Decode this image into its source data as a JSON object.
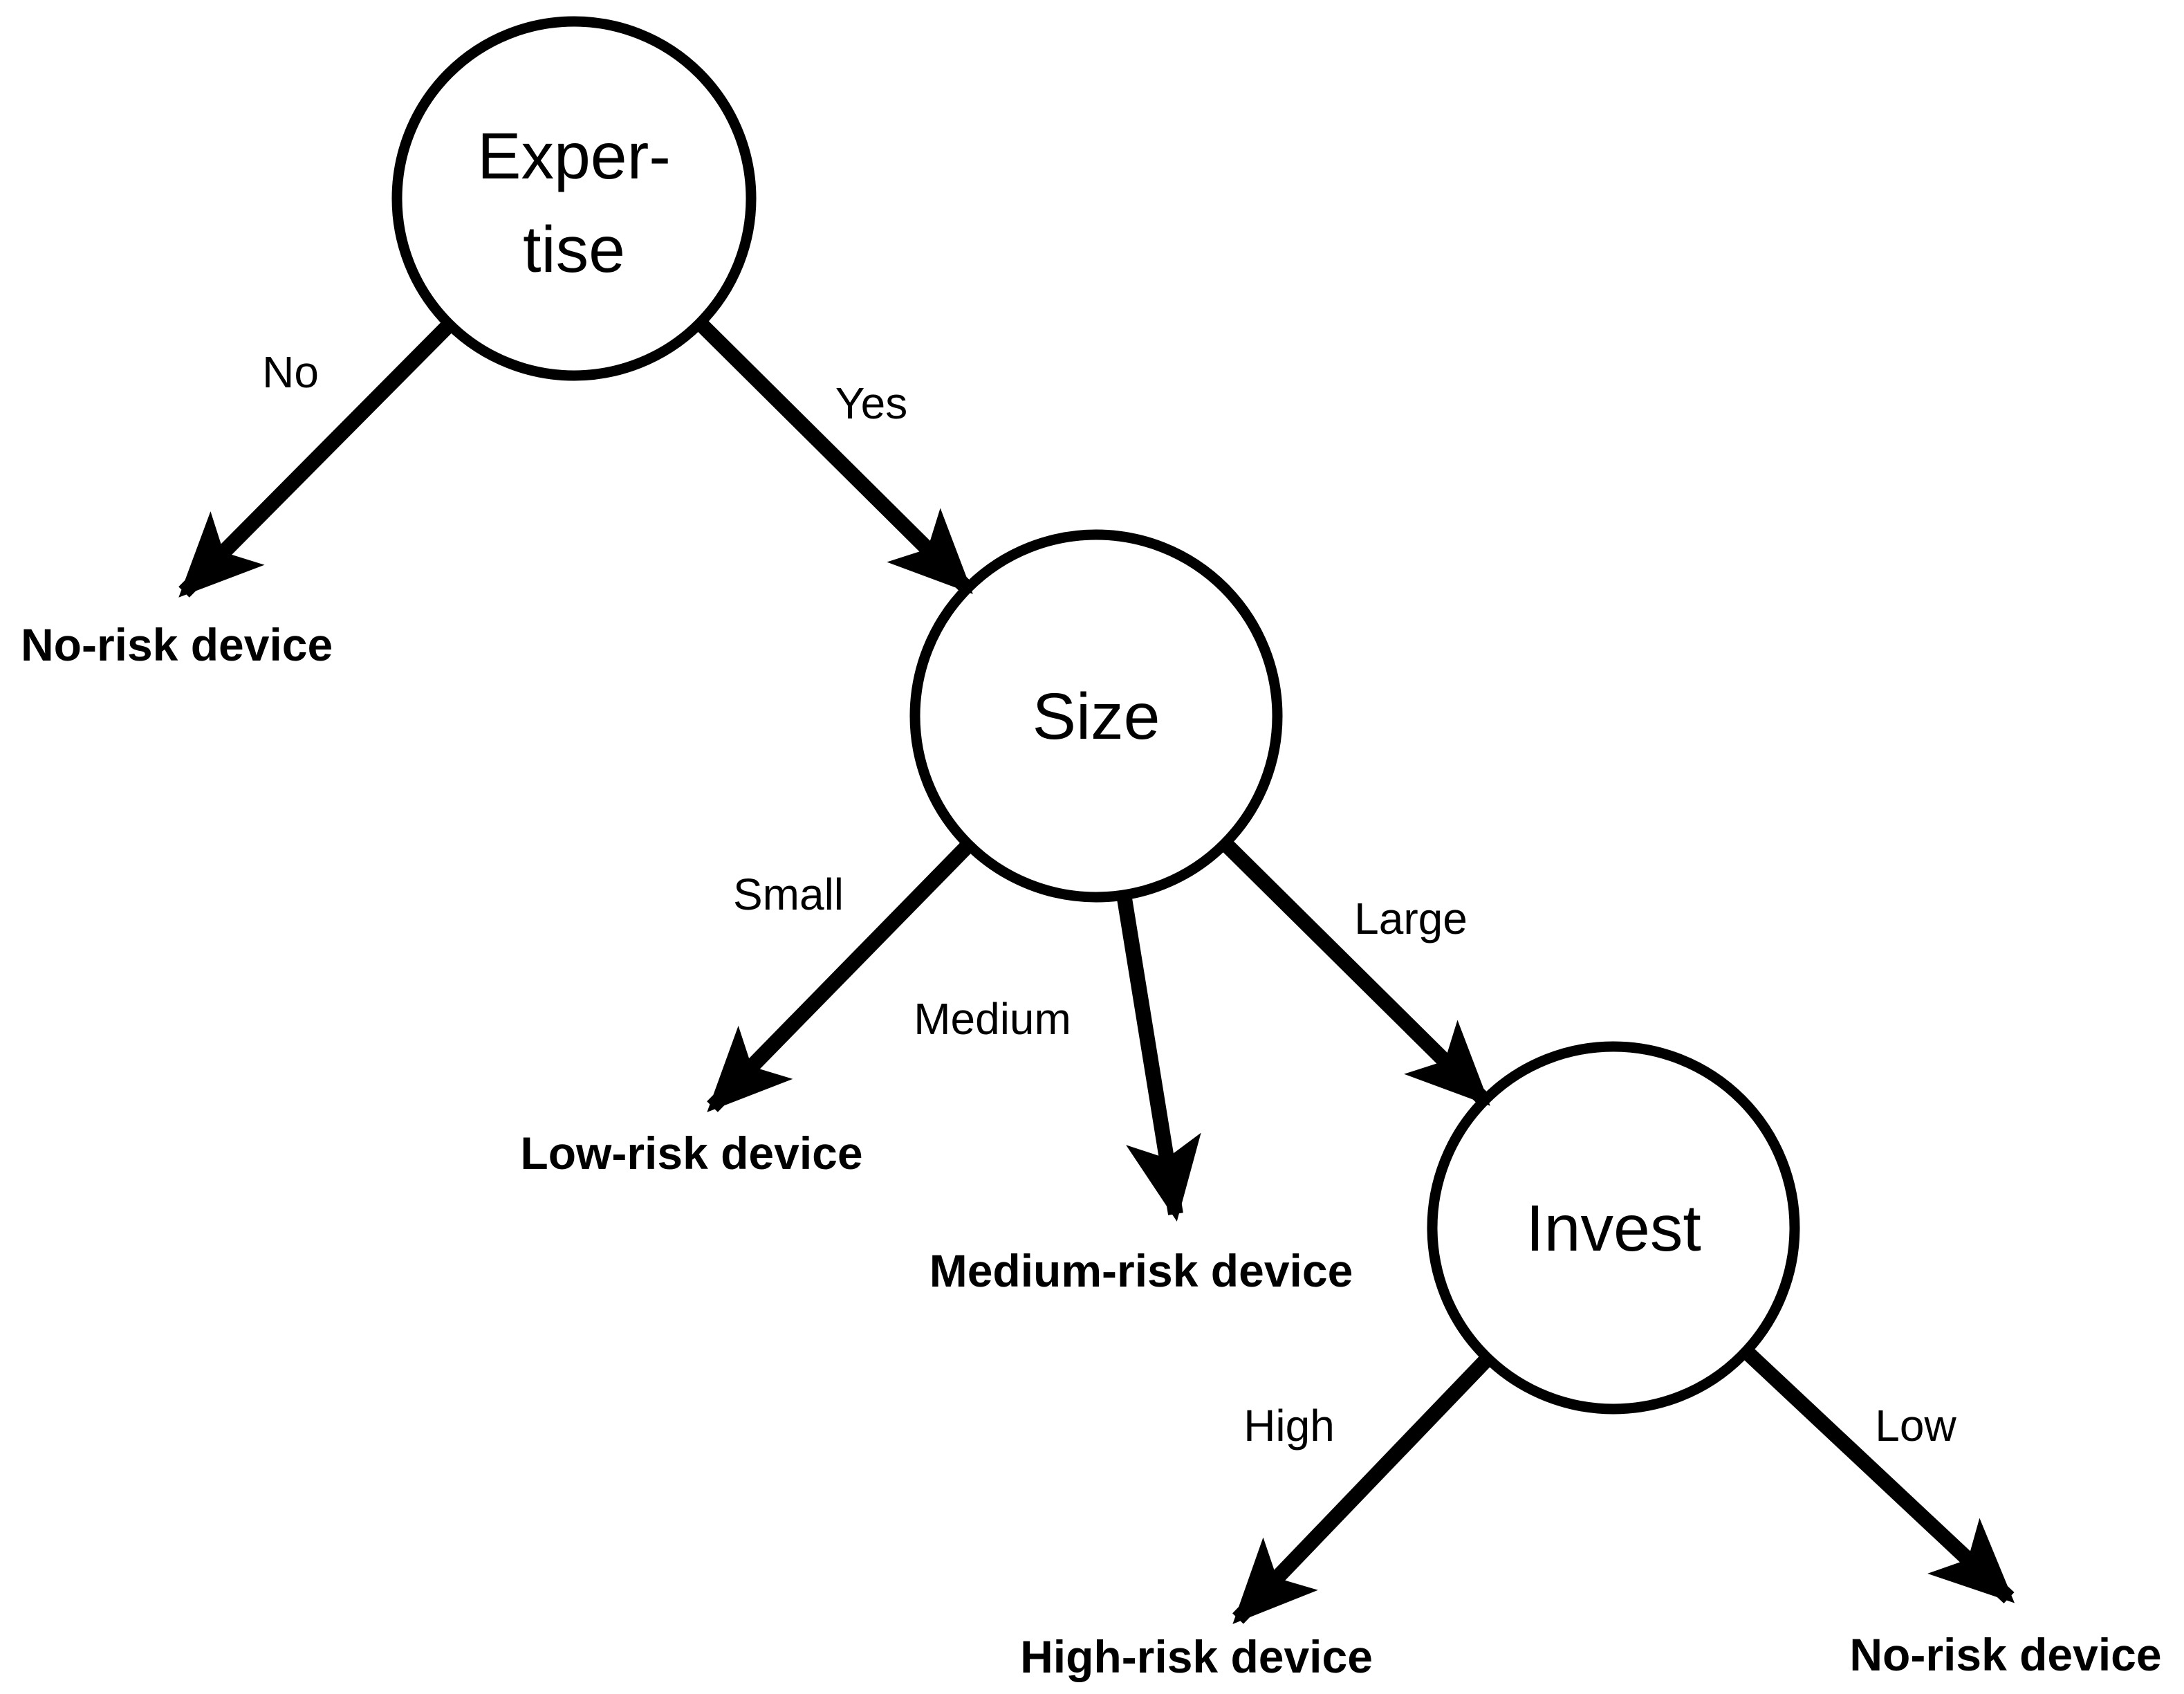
{
  "diagram_type": "decision-tree",
  "colors": {
    "ink": "#000000",
    "background": "#ffffff"
  },
  "nodes": {
    "expertise": {
      "line1": "Exper-",
      "line2": "tise"
    },
    "size": {
      "label": "Size"
    },
    "invest": {
      "label": "Invest"
    }
  },
  "edges": {
    "no": {
      "label": "No"
    },
    "yes": {
      "label": "Yes"
    },
    "small": {
      "label": "Small"
    },
    "medium": {
      "label": "Medium"
    },
    "large": {
      "label": "Large"
    },
    "high": {
      "label": "High"
    },
    "low": {
      "label": "Low"
    }
  },
  "leaves": {
    "no_risk_left": {
      "label": "No-risk device"
    },
    "low_risk": {
      "label": "Low-risk device"
    },
    "medium_risk": {
      "label": "Medium-risk device"
    },
    "high_risk": {
      "label": "High-risk device"
    },
    "no_risk_right": {
      "label": "No-risk device"
    }
  },
  "tree": {
    "root": "Expertise",
    "branches": {
      "No": "No-risk device",
      "Yes": {
        "node": "Size",
        "branches": {
          "Small": "Low-risk device",
          "Medium": "Medium-risk device",
          "Large": {
            "node": "Invest",
            "branches": {
              "High": "High-risk device",
              "Low": "No-risk device"
            }
          }
        }
      }
    }
  }
}
